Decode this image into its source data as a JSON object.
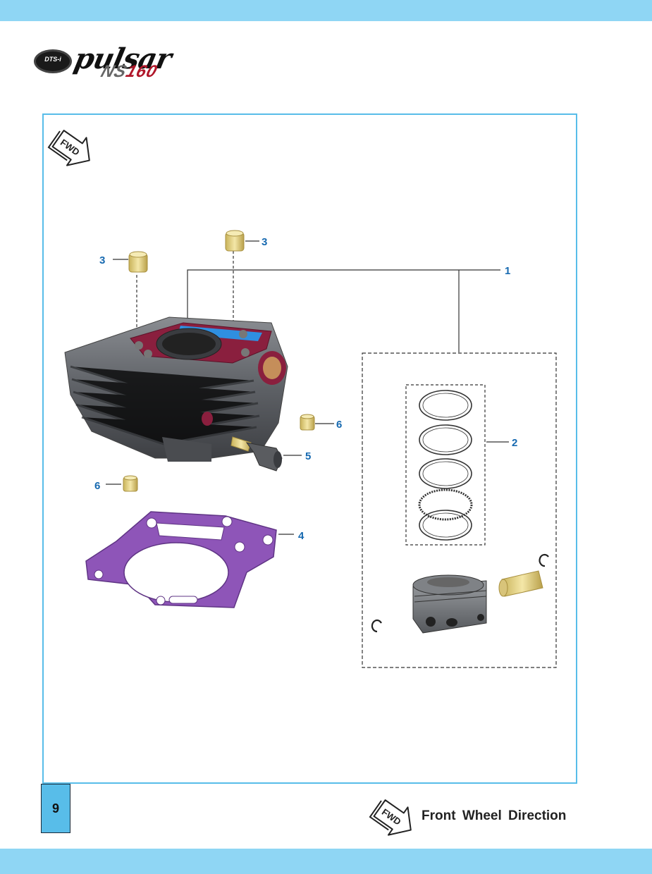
{
  "header": {
    "badge_text": "DTS-i",
    "brand": "pulsar",
    "model": "NS",
    "model_number": "160"
  },
  "diagram": {
    "fwd_marker": "FWD",
    "callouts": {
      "c1": "1",
      "c2": "2",
      "c3a": "3",
      "c3b": "3",
      "c4": "4",
      "c5": "5",
      "c6a": "6",
      "c6b": "6"
    }
  },
  "footer": {
    "page_number": "9",
    "fwd_marker": "FWD",
    "legend": "Front Wheel Direction"
  },
  "colors": {
    "band": "#8fd6f4",
    "frame": "#58bde9",
    "callout": "#1669b0",
    "gasket": "#8e55b8",
    "cylinder_gasket": "#8a1f3e",
    "brass": "#e8d98a"
  }
}
